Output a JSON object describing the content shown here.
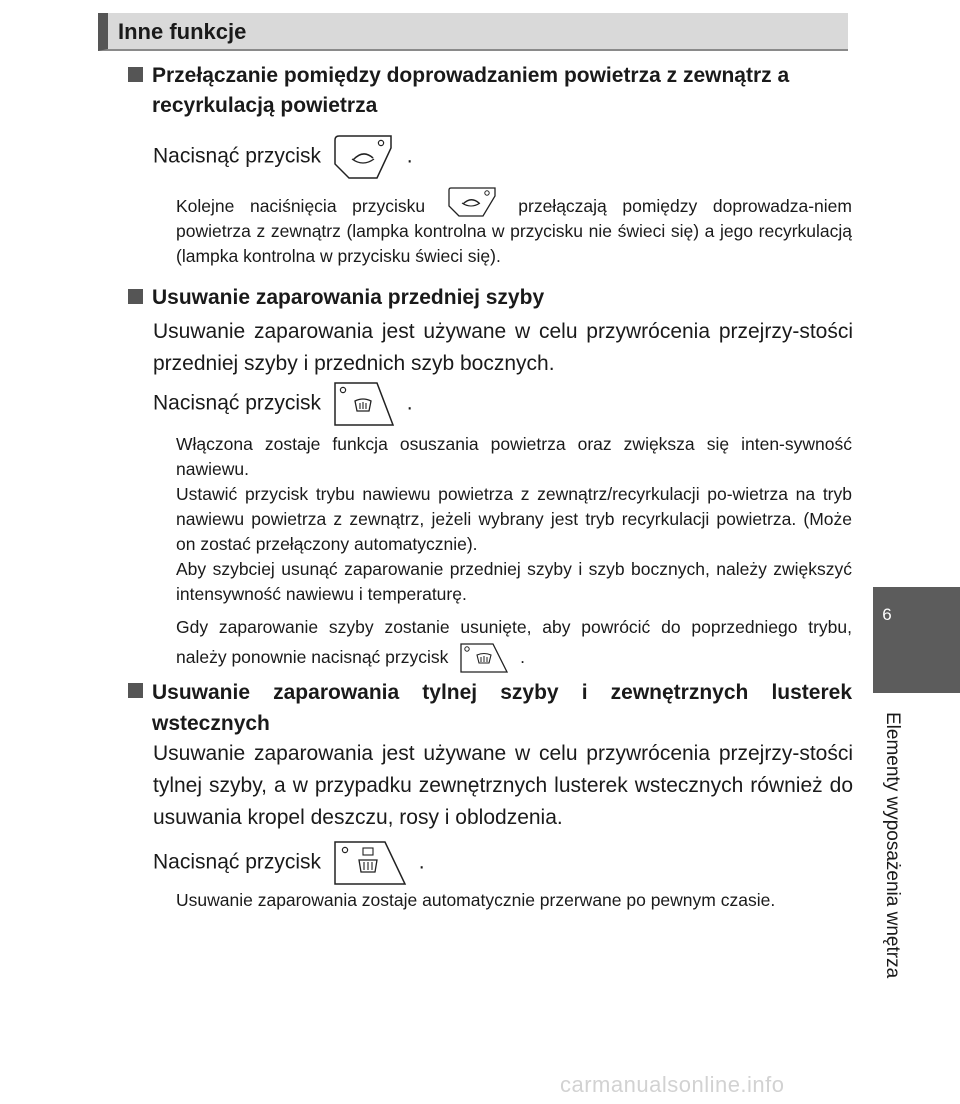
{
  "header": {
    "title": "Inne funkcje"
  },
  "sidebar": {
    "chapter_number": "6",
    "chapter_title": "Elementy wyposażenia wnętrza"
  },
  "sections": [
    {
      "heading": "Przełączanie pomiędzy doprowadzaniem powietrza z zewnątrz a recyrkulacją powietrza",
      "instruction_pre": "Nacisnąć przycisk",
      "instruction_post": ".",
      "note_pre": "Kolejne naciśnięcia przycisku",
      "note_post": "przełączają pomiędzy doprowadza-niem powietrza z zewnątrz (lampka kontrolna w przycisku nie świeci się) a jego recyrkulacją (lampka kontrolna w przycisku świeci się)."
    },
    {
      "heading": "Usuwanie zaparowania przedniej szyby",
      "body": "Usuwanie zaparowania jest używane w celu przywrócenia przejrzy-stości przedniej szyby i przednich szyb bocznych.",
      "instruction_pre": "Nacisnąć przycisk",
      "instruction_post": ".",
      "note1": "Włączona zostaje funkcja osuszania powietrza oraz zwiększa się inten-sywność nawiewu.",
      "note2": "Ustawić przycisk trybu nawiewu powietrza z zewnątrz/recyrkulacji po-wietrza na tryb nawiewu powietrza z zewnątrz, jeżeli wybrany jest tryb recyrkulacji powietrza. (Może on zostać przełączony automatycznie).",
      "note3": "Aby szybciej usunąć zaparowanie przedniej szyby i szyb bocznych, należy zwiększyć intensywność nawiewu i temperaturę.",
      "note4_pre": "Gdy zaparowanie szyby zostanie usunięte, aby powrócić do poprzedniego trybu, należy ponownie nacisnąć przycisk",
      "note4_post": "."
    },
    {
      "heading": "Usuwanie zaparowania tylnej szyby i zewnętrznych lusterek wstecznych",
      "body": "Usuwanie zaparowania jest używane w celu przywrócenia przejrzy-stości tylnej szyby, a w przypadku zewnętrznych lusterek wstecznych również do usuwania kropel deszczu, rosy i oblodzenia.",
      "instruction_pre": "Nacisnąć przycisk",
      "instruction_post": ".",
      "note": "Usuwanie zaparowania zostaje automatycznie przerwane po pewnym czasie."
    }
  ],
  "footer": {
    "watermark": "carmanualsonline.info"
  },
  "icons": {
    "recirculation": "recirculation-button-icon",
    "front_defog": "front-defogger-button-icon",
    "rear_defog": "rear-defogger-button-icon"
  }
}
